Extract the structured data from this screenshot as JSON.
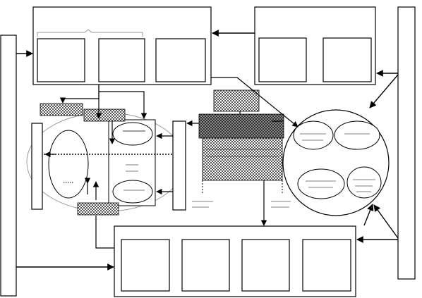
{
  "diagram": {
    "colors": {
      "stroke": "#000000",
      "background": "#ffffff",
      "ellipse_outline": "#9a9a9a",
      "hatch_dark": "#555555",
      "hatch_light": "#ffffff"
    },
    "boxes": [
      {
        "id": "top-left-group",
        "inner_boxes": 3
      },
      {
        "id": "top-right-group",
        "inner_boxes": 2
      },
      {
        "id": "bottom-group",
        "inner_boxes": 4
      }
    ],
    "right-cluster": {
      "ellipses": 4
    },
    "left-cluster": {
      "ellipses": 2,
      "bars": 2
    }
  }
}
